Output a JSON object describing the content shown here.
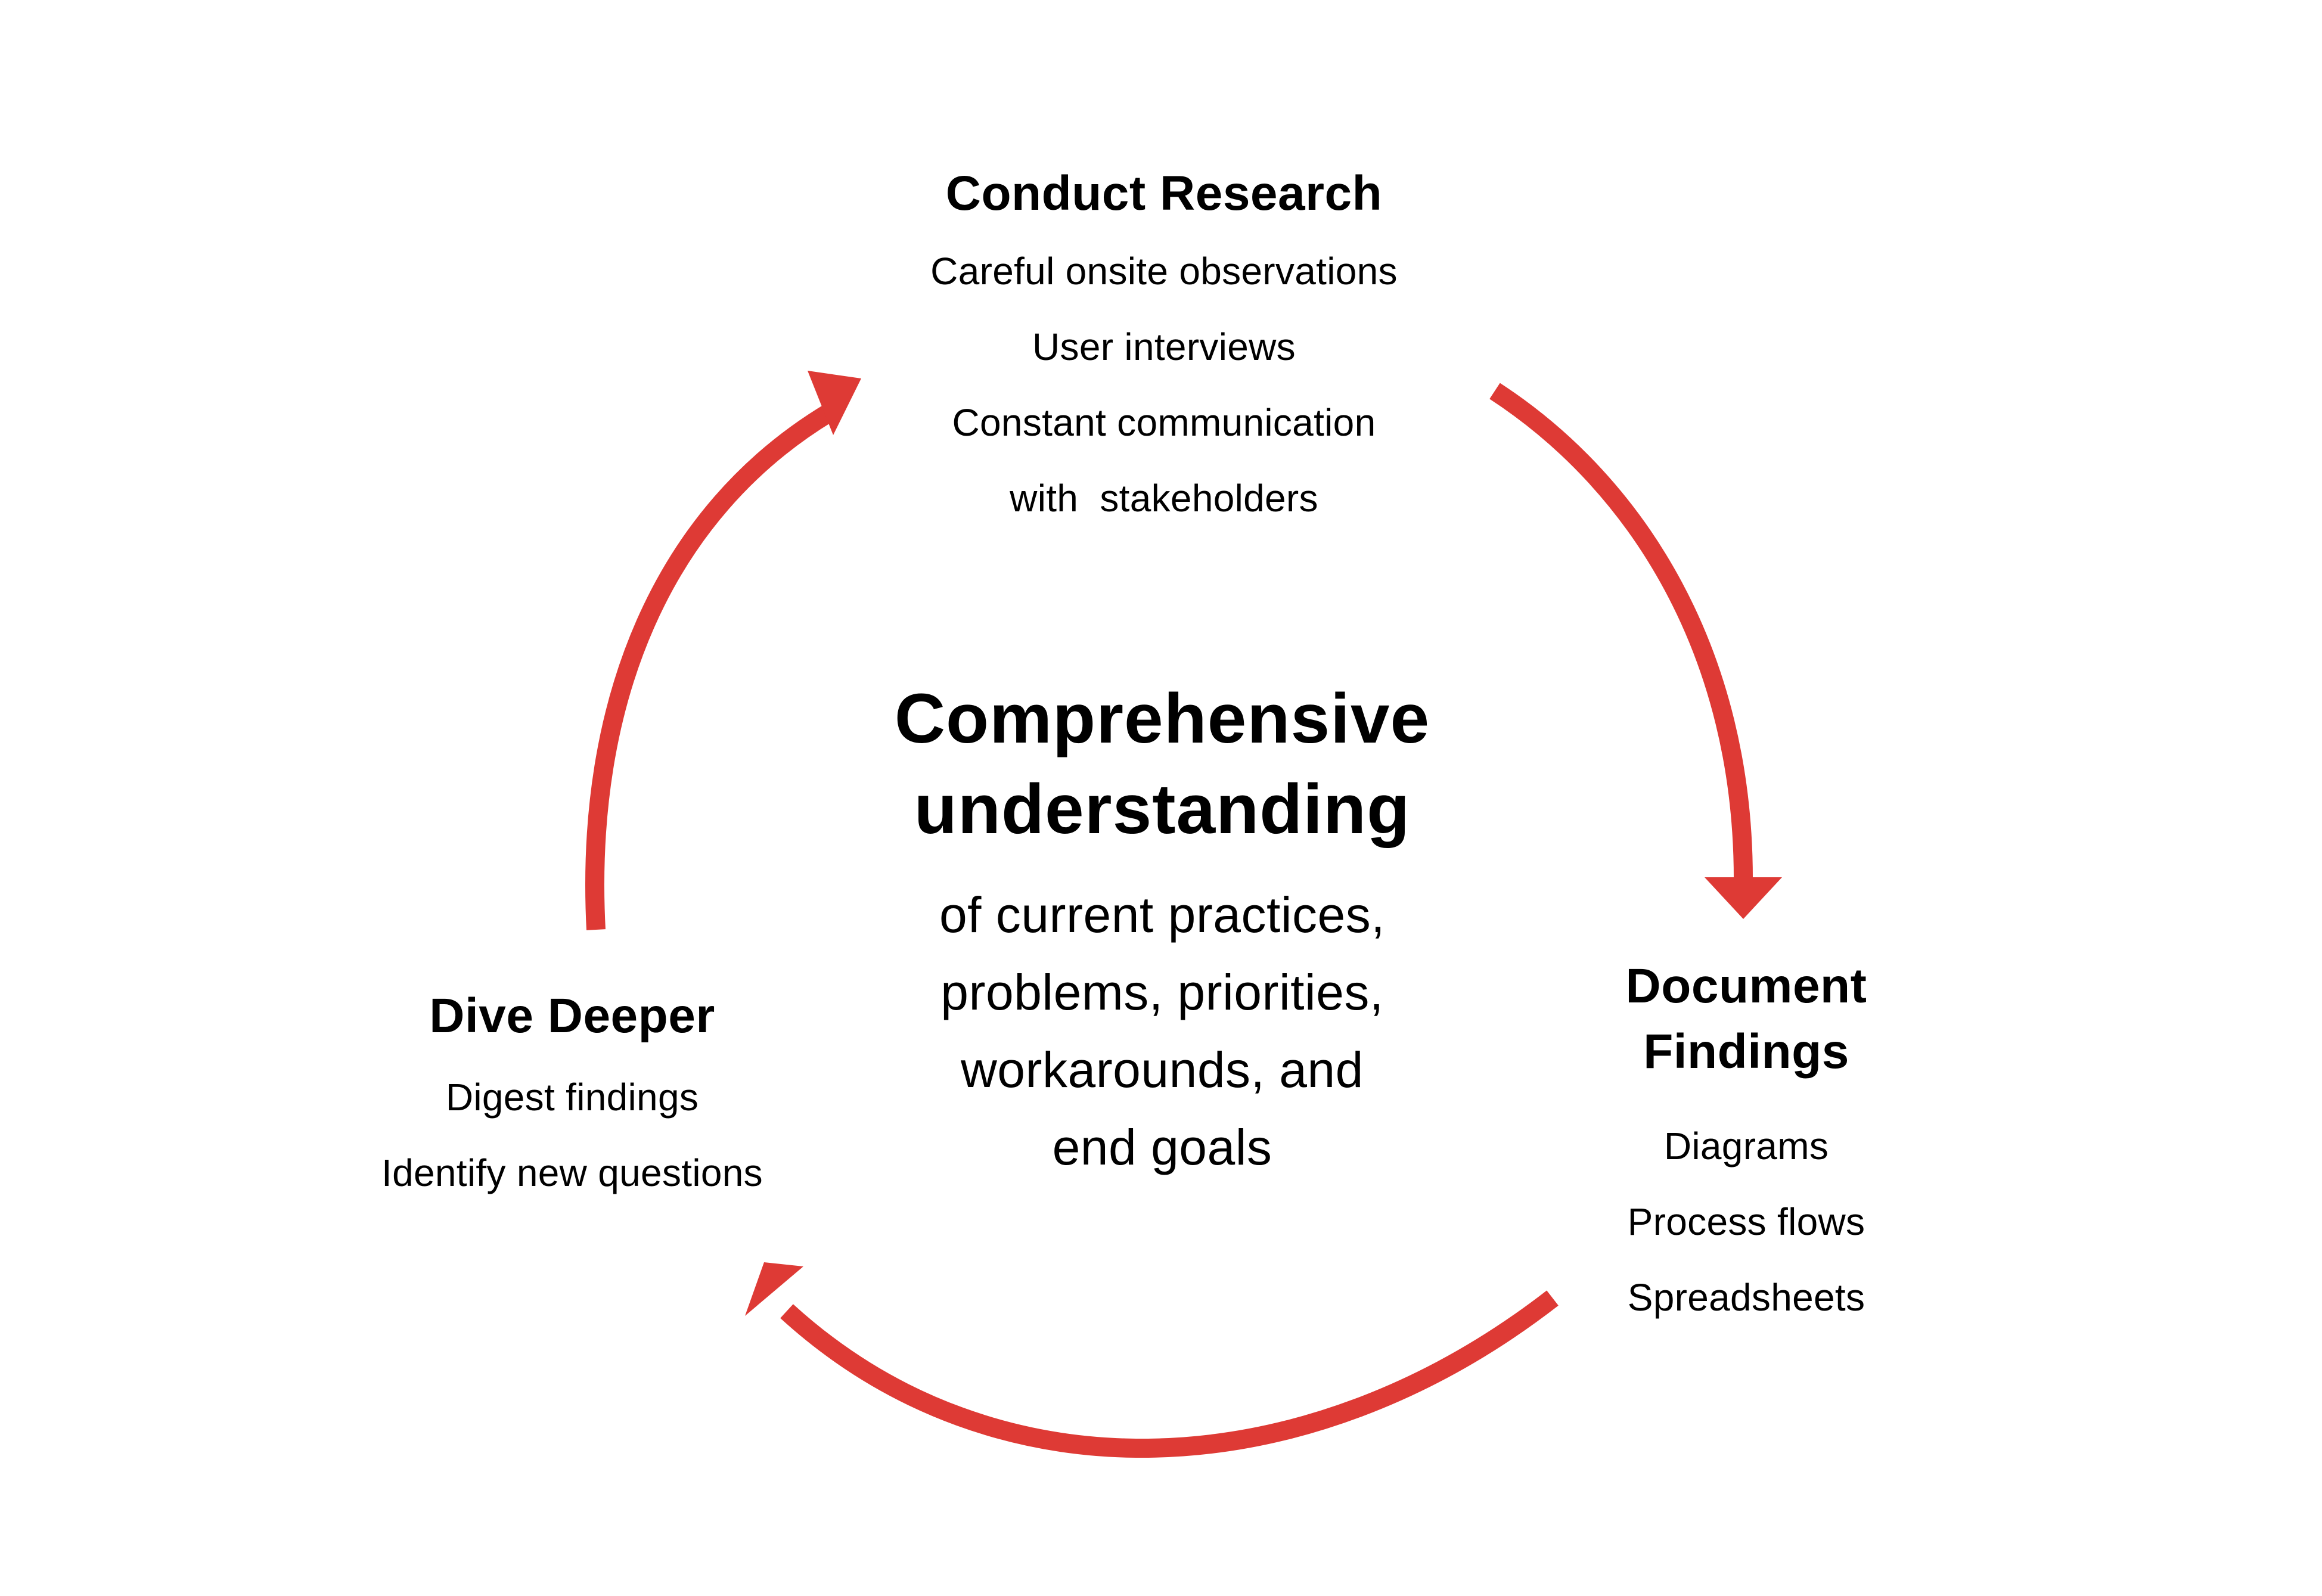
{
  "accent_color": "#DE3A35",
  "arrow_style": "thick red curved arrows forming a clockwise cycle",
  "center": {
    "heading": [
      "Comprehensive",
      "understanding"
    ],
    "lines": [
      "of current practices,",
      "problems, priorities,",
      "workarounds, and",
      "end goals"
    ]
  },
  "stages": {
    "conduct_research": {
      "title": "Conduct Research",
      "items": [
        "Careful onsite observations",
        "User interviews",
        "Constant communication",
        "with  stakeholders"
      ]
    },
    "document_findings": {
      "title": [
        "Document",
        "Findings"
      ],
      "items": [
        "Diagrams",
        "Process flows",
        "Spreadsheets"
      ]
    },
    "dive_deeper": {
      "title": "Dive Deeper",
      "items": [
        "Digest findings",
        "Identify new questions"
      ]
    }
  }
}
